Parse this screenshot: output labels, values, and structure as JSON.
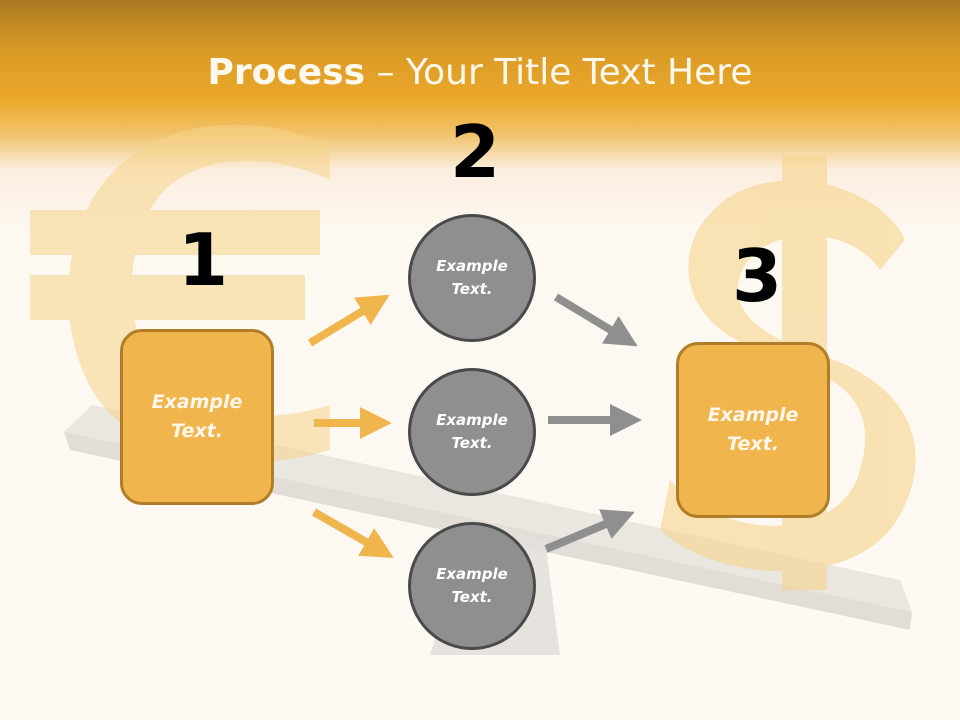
{
  "title": {
    "bold": "Process",
    "rest": " – Your Title Text Here"
  },
  "steps": {
    "one": {
      "number": "1",
      "text": "Example\nText."
    },
    "two": {
      "number": "2"
    },
    "three": {
      "number": "3",
      "text": "Example\nText."
    }
  },
  "circles": [
    {
      "text": "Example\nText."
    },
    {
      "text": "Example\nText."
    },
    {
      "text": "Example\nText."
    }
  ],
  "colors": {
    "header": "#eba82b",
    "box_fill": "#f0b54d",
    "box_border": "#b07e28",
    "circle_fill": "#8f8f8f",
    "circle_border": "#4a4a4a",
    "orange_arrow": "#f0b54d",
    "gray_arrow": "#8f8f8f"
  },
  "icons": {
    "background_left": "euro-sign-icon",
    "background_right": "dollar-sign-icon"
  }
}
